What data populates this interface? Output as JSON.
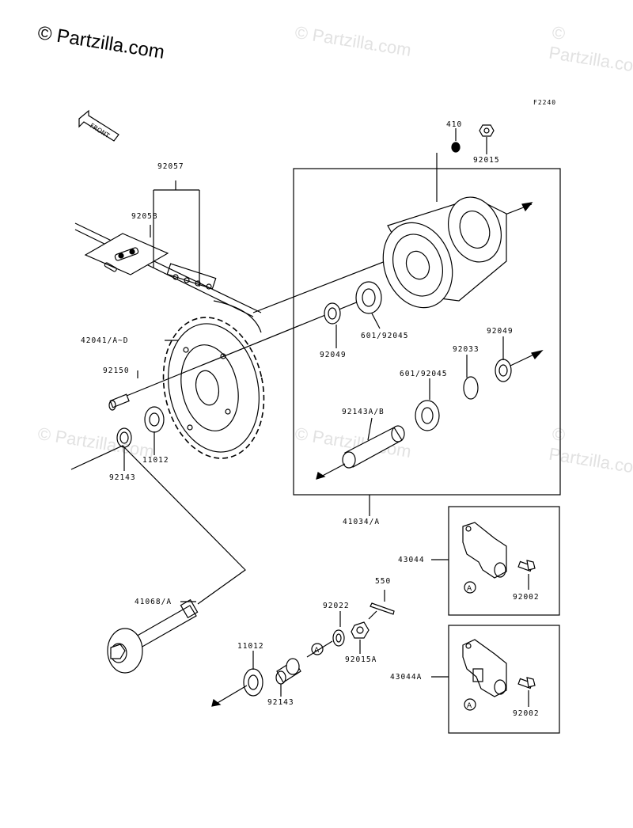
{
  "watermark": {
    "main": "© Partzilla.com",
    "faint": "© Partzilla.com"
  },
  "figure_code": "F2240",
  "front_arrow_label": "FRONT",
  "callout_marker": "A",
  "parts": {
    "p410": "410",
    "p92015": "92015",
    "p92057": "92057",
    "p92058": "92058",
    "p92049_top": "92049",
    "p601_92045_top": "601/92045",
    "p92049_right": "92049",
    "p92033": "92033",
    "p601_92045_mid": "601/92045",
    "p42041": "42041/A~D",
    "p92150": "92150",
    "p92143A_B": "92143A/B",
    "p11012_top": "11012",
    "p92143_top": "92143",
    "p41034": "41034/A",
    "p43044": "43044",
    "p92002_top": "92002",
    "p550": "550",
    "p41068": "41068/A",
    "p92022": "92022",
    "p92015A": "92015A",
    "p11012_bot": "11012",
    "p92143_bot": "92143",
    "p43044A": "43044A",
    "p92002_bot": "92002"
  }
}
